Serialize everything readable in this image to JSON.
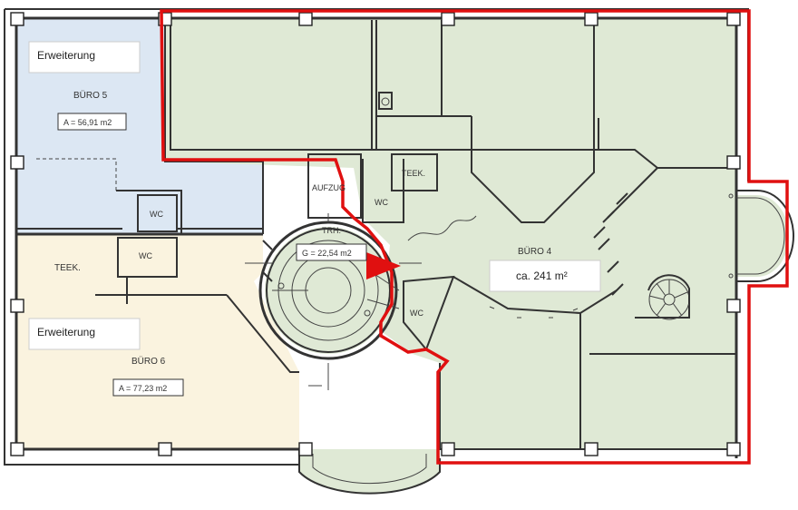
{
  "colors": {
    "buero4_fill": "#dfe9d5",
    "buero5_fill": "#dce7f3",
    "buero6_fill": "#faf3df",
    "highlight": "#e01010",
    "wall": "#333333"
  },
  "rooms": {
    "buero5": {
      "name": "BÜRO 5",
      "area": "A = 56,91 m2"
    },
    "buero6": {
      "name": "BÜRO 6",
      "area": "A = 77,23 m2"
    },
    "buero4": {
      "name": "BÜRO 4",
      "area": "ca. 241 m²"
    },
    "stair_hall": {
      "name": "TRH.",
      "area": "G = 22,54 m2"
    },
    "elevator": "AUFZUG",
    "teek_top": "TEEK.",
    "teek_left": "TEEK.",
    "wc_labels": [
      "WC",
      "WC",
      "WC",
      "WC"
    ]
  },
  "tags": [
    "Erweiterung",
    "Erweiterung"
  ],
  "highlight": {
    "arrow_icon": "triangle-right-icon"
  }
}
